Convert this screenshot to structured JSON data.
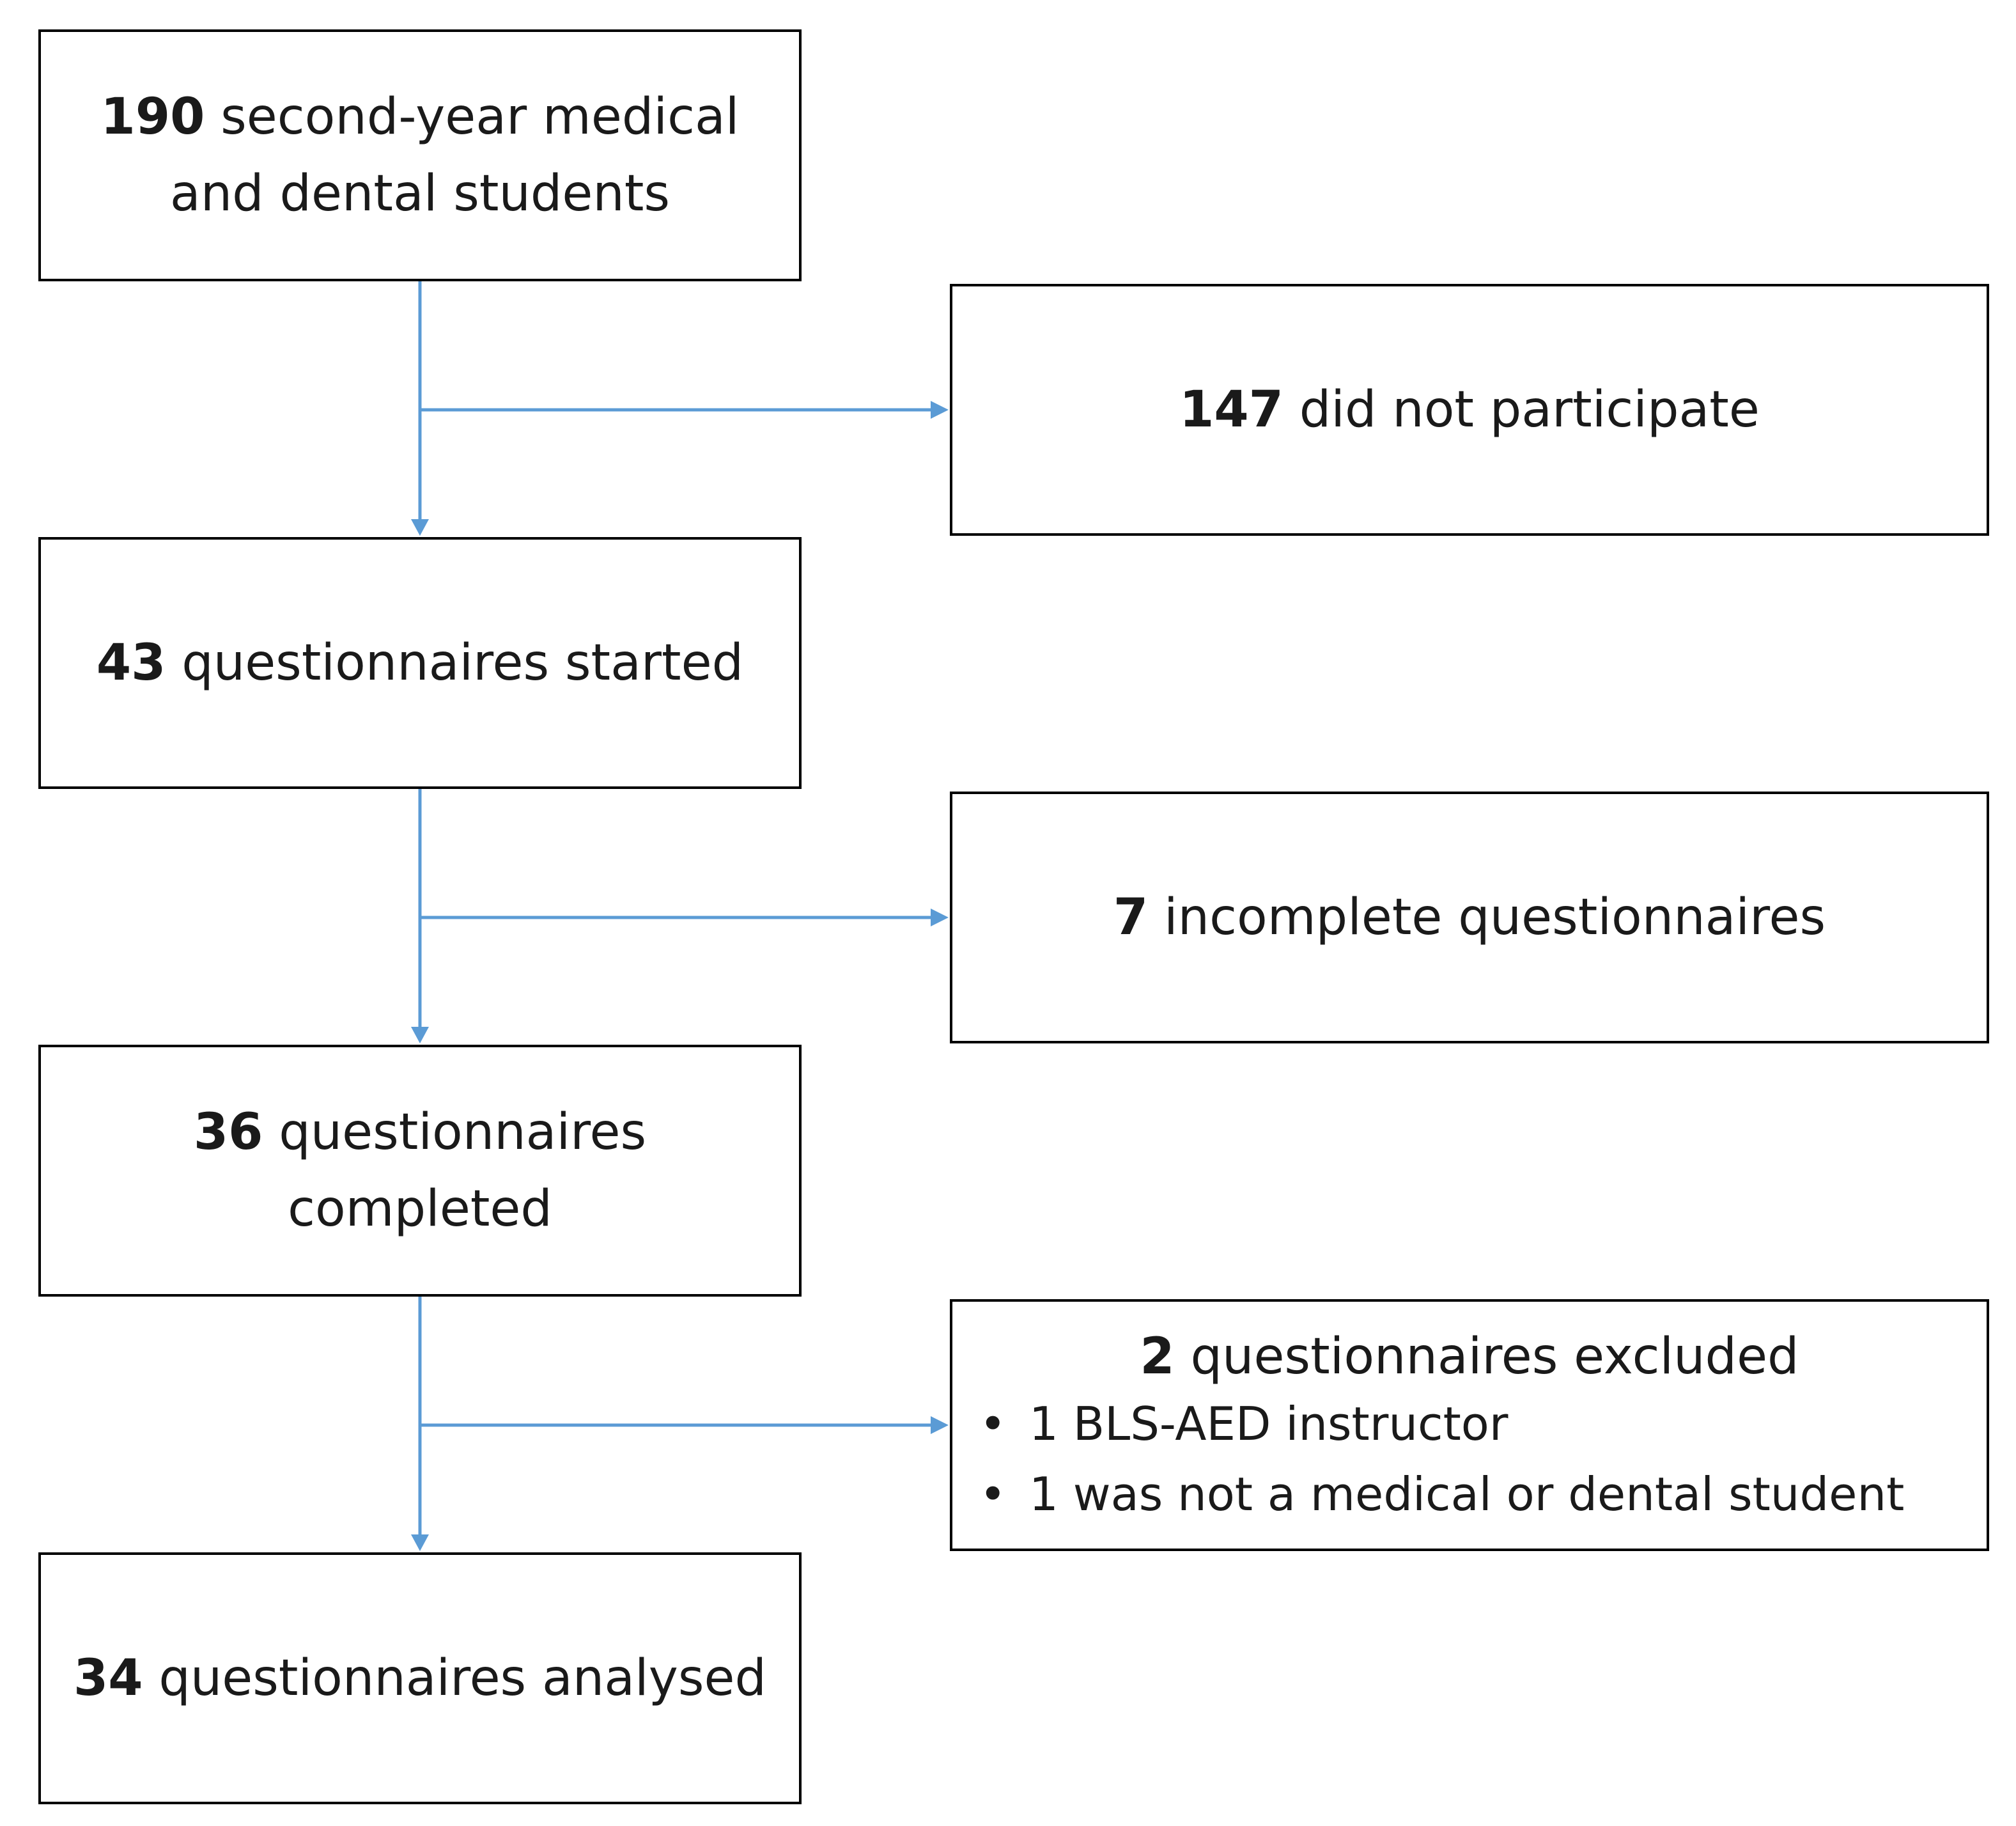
{
  "colors": {
    "connector": "#5b9bd5",
    "border": "#000000",
    "text": "#1a1a1a"
  },
  "flow": {
    "start": {
      "count": "190",
      "text_line1": "second-year medical",
      "text_line2": "and dental students"
    },
    "started": {
      "count": "43",
      "text": "questionnaires started"
    },
    "completed": {
      "count": "36",
      "text_line1": "questionnaires",
      "text_line2": "completed"
    },
    "analysed": {
      "count": "34",
      "text": "questionnaires analysed"
    }
  },
  "exclusions": {
    "nonparticipation": {
      "count": "147",
      "text": "did not participate"
    },
    "incomplete": {
      "count": "7",
      "text": "incomplete questionnaires"
    },
    "excluded": {
      "count": "2",
      "text": "questionnaires excluded",
      "reasons": [
        "1 BLS-AED instructor",
        "1 was not a medical or dental student"
      ]
    }
  },
  "icons": {
    "arrowhead": "arrowhead-icon",
    "bullet": "bullet-icon"
  }
}
